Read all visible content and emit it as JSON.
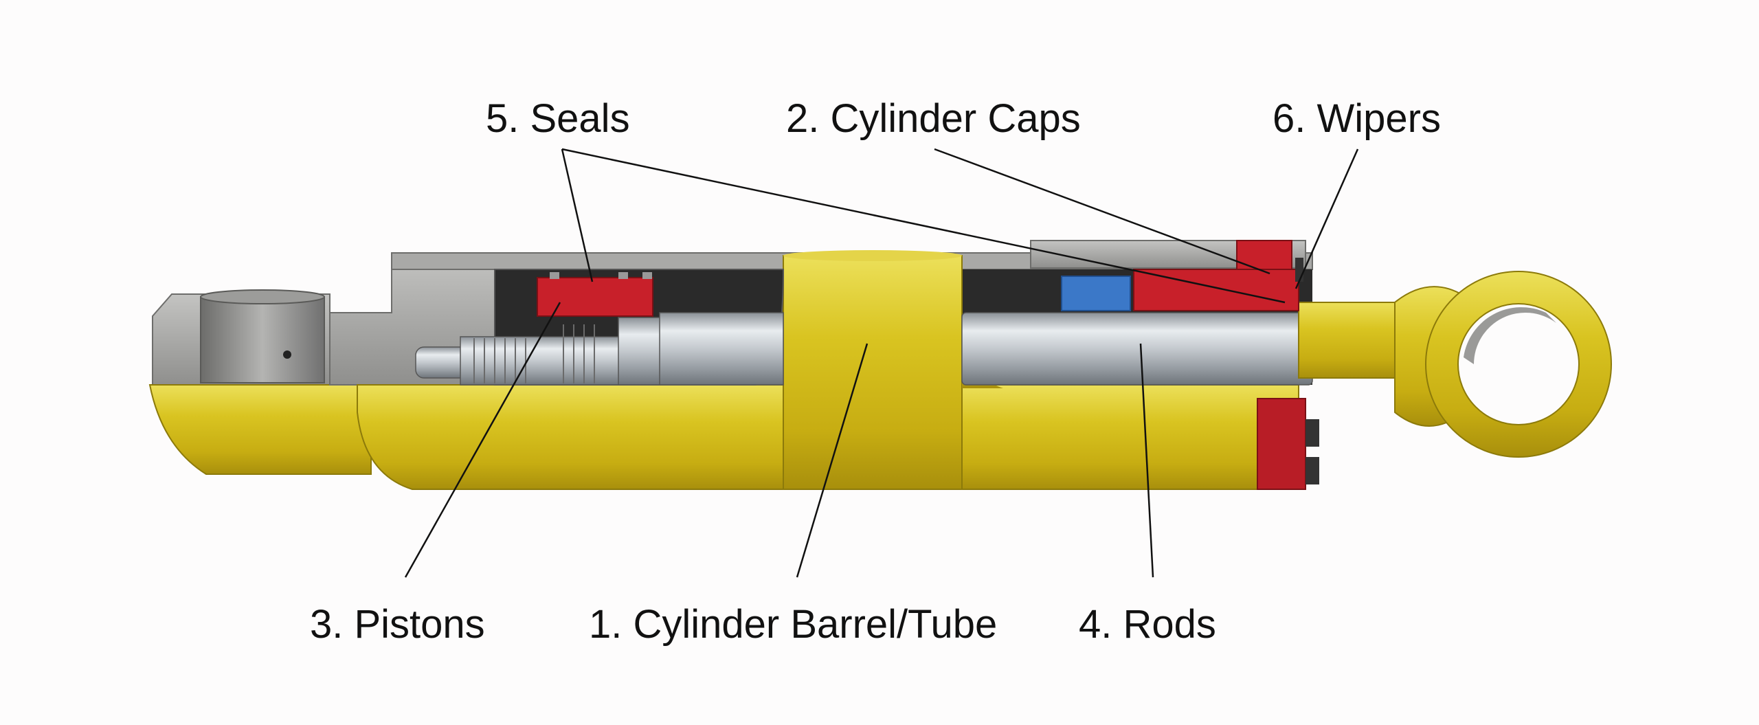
{
  "labels": {
    "seals": "5. Seals",
    "cylinder_caps": "2. Cylinder Caps",
    "wipers": "6. Wipers",
    "pistons": "3. Pistons",
    "barrel": "1. Cylinder Barrel/Tube",
    "rods": "4. Rods"
  },
  "colors": {
    "background": "#fdfcfc",
    "barrel_yellow": "#d8c21a",
    "steel_grey": "#a8a8a6",
    "seal_red": "#c8202a",
    "seal_blue": "#3b78c8",
    "leader_line": "#111111"
  }
}
